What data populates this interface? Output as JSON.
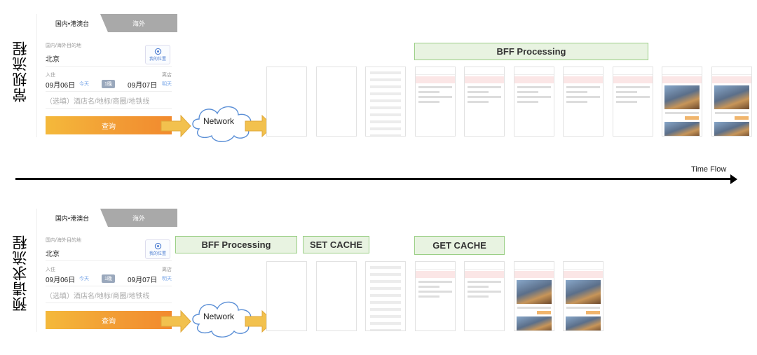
{
  "rows": [
    {
      "label": "常规流程",
      "form": {
        "tab_domestic": "国内•港澳台",
        "tab_overseas": "海外",
        "dest_caption": "国内/海外目的地",
        "dest_city": "北京",
        "location_btn": "我的位置",
        "checkin_caption": "入住",
        "checkout_caption": "离店",
        "checkin_date": "09月06日",
        "checkin_rel": "今天",
        "nights": "1晚",
        "checkout_date": "09月07日",
        "checkout_rel": "明天",
        "search_placeholder": "（选填）酒店名/地标/商圈/地铁线",
        "query_button": "查询"
      },
      "network_label": "Network",
      "boxes": [
        "BFF Processing"
      ]
    },
    {
      "label": "预请求流程",
      "form": {
        "tab_domestic": "国内•港澳台",
        "tab_overseas": "海外",
        "dest_caption": "国内/海外目的地",
        "dest_city": "北京",
        "location_btn": "我的位置",
        "checkin_caption": "入住",
        "checkout_caption": "离店",
        "checkin_date": "09月06日",
        "checkin_rel": "今天",
        "nights": "1晚",
        "checkout_date": "09月07日",
        "checkout_rel": "明天",
        "search_placeholder": "（选填）酒店名/地标/商圈/地铁线",
        "query_button": "查询"
      },
      "network_label": "Network",
      "boxes": [
        "BFF Processing",
        "SET CACHE",
        "GET CACHE"
      ]
    }
  ],
  "timeline_label": "Time Flow",
  "frame_stages": {
    "row1": [
      "blank",
      "blank",
      "skeleton",
      "list",
      "list",
      "list",
      "list",
      "list",
      "photo",
      "photo"
    ],
    "row2": [
      "blank",
      "blank",
      "skeleton",
      "list",
      "list",
      "photo",
      "photo"
    ]
  },
  "colors": {
    "bff_fill": "#e8f3e1",
    "bff_border": "#9bcf86",
    "arrow_fill": "#f2c14e",
    "cloud_stroke": "#5b8fd6",
    "query_gradient_start": "#f4b93b",
    "query_gradient_end": "#f28a2e"
  }
}
